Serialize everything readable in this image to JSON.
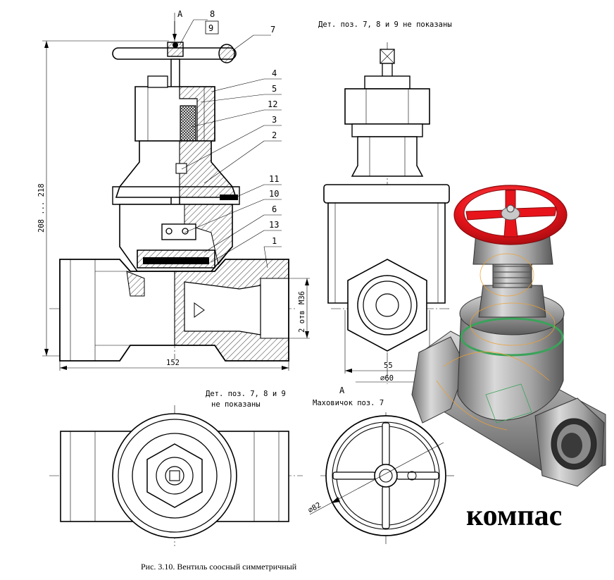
{
  "drawing": {
    "section_mark": "A",
    "callouts": [
      "8",
      "9",
      "7",
      "4",
      "5",
      "12",
      "3",
      "2",
      "11",
      "10",
      "6",
      "13",
      "1"
    ],
    "dimensions": {
      "height": "208 ... 218",
      "length": "152",
      "thread": "М36",
      "holes": "2 отв",
      "width": "55",
      "diameter": "⌀60",
      "handwheel_diameter": "⌀82"
    },
    "notes": {
      "side_view": "Дет. поз. 7, 8 и 9 не показаны",
      "top_view_line1": "Дет. поз. 7, 8 и 9",
      "top_view_line2": "не показаны",
      "handwheel_mark": "А",
      "handwheel_title": "Маховичок поз. 7"
    }
  },
  "render": {
    "colors": {
      "wheel": "#e8141b",
      "wheel_dark": "#a80c10",
      "metal": "#9a9a9a",
      "metal_dark": "#5e5e5e",
      "metal_light": "#d2d2d2",
      "accent_green": "#3aa35a",
      "accent_orange": "#f0a030"
    }
  },
  "caption": "Рис. 3.10. Вентиль соосный симметричный",
  "brand": "компас"
}
